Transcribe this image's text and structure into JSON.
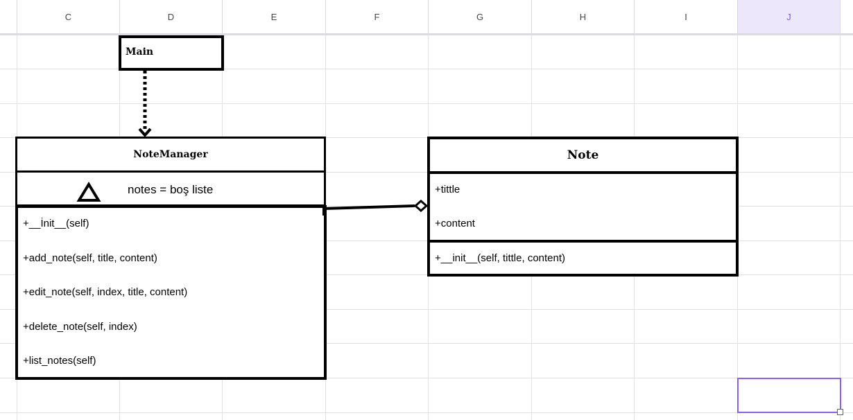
{
  "sheet": {
    "columns": [
      "C",
      "D",
      "E",
      "F",
      "G",
      "H",
      "I",
      "J"
    ],
    "selected_column": "J",
    "accent_color": "#8e5cf0"
  },
  "diagram": {
    "main": {
      "title": "Main"
    },
    "note_manager": {
      "title": "NoteManager",
      "attribute": "notes = boş liste",
      "methods": [
        "+__İnit__(self)",
        "+add_note(self, title, content)",
        "+edit_note(self, index, title, content)",
        "+delete_note(self, index)",
        "+list_notes(self)"
      ]
    },
    "note": {
      "title": "Note",
      "attributes": [
        "+tittle",
        "+content"
      ],
      "methods": [
        "+__init__(self, tittle, content)"
      ]
    }
  }
}
